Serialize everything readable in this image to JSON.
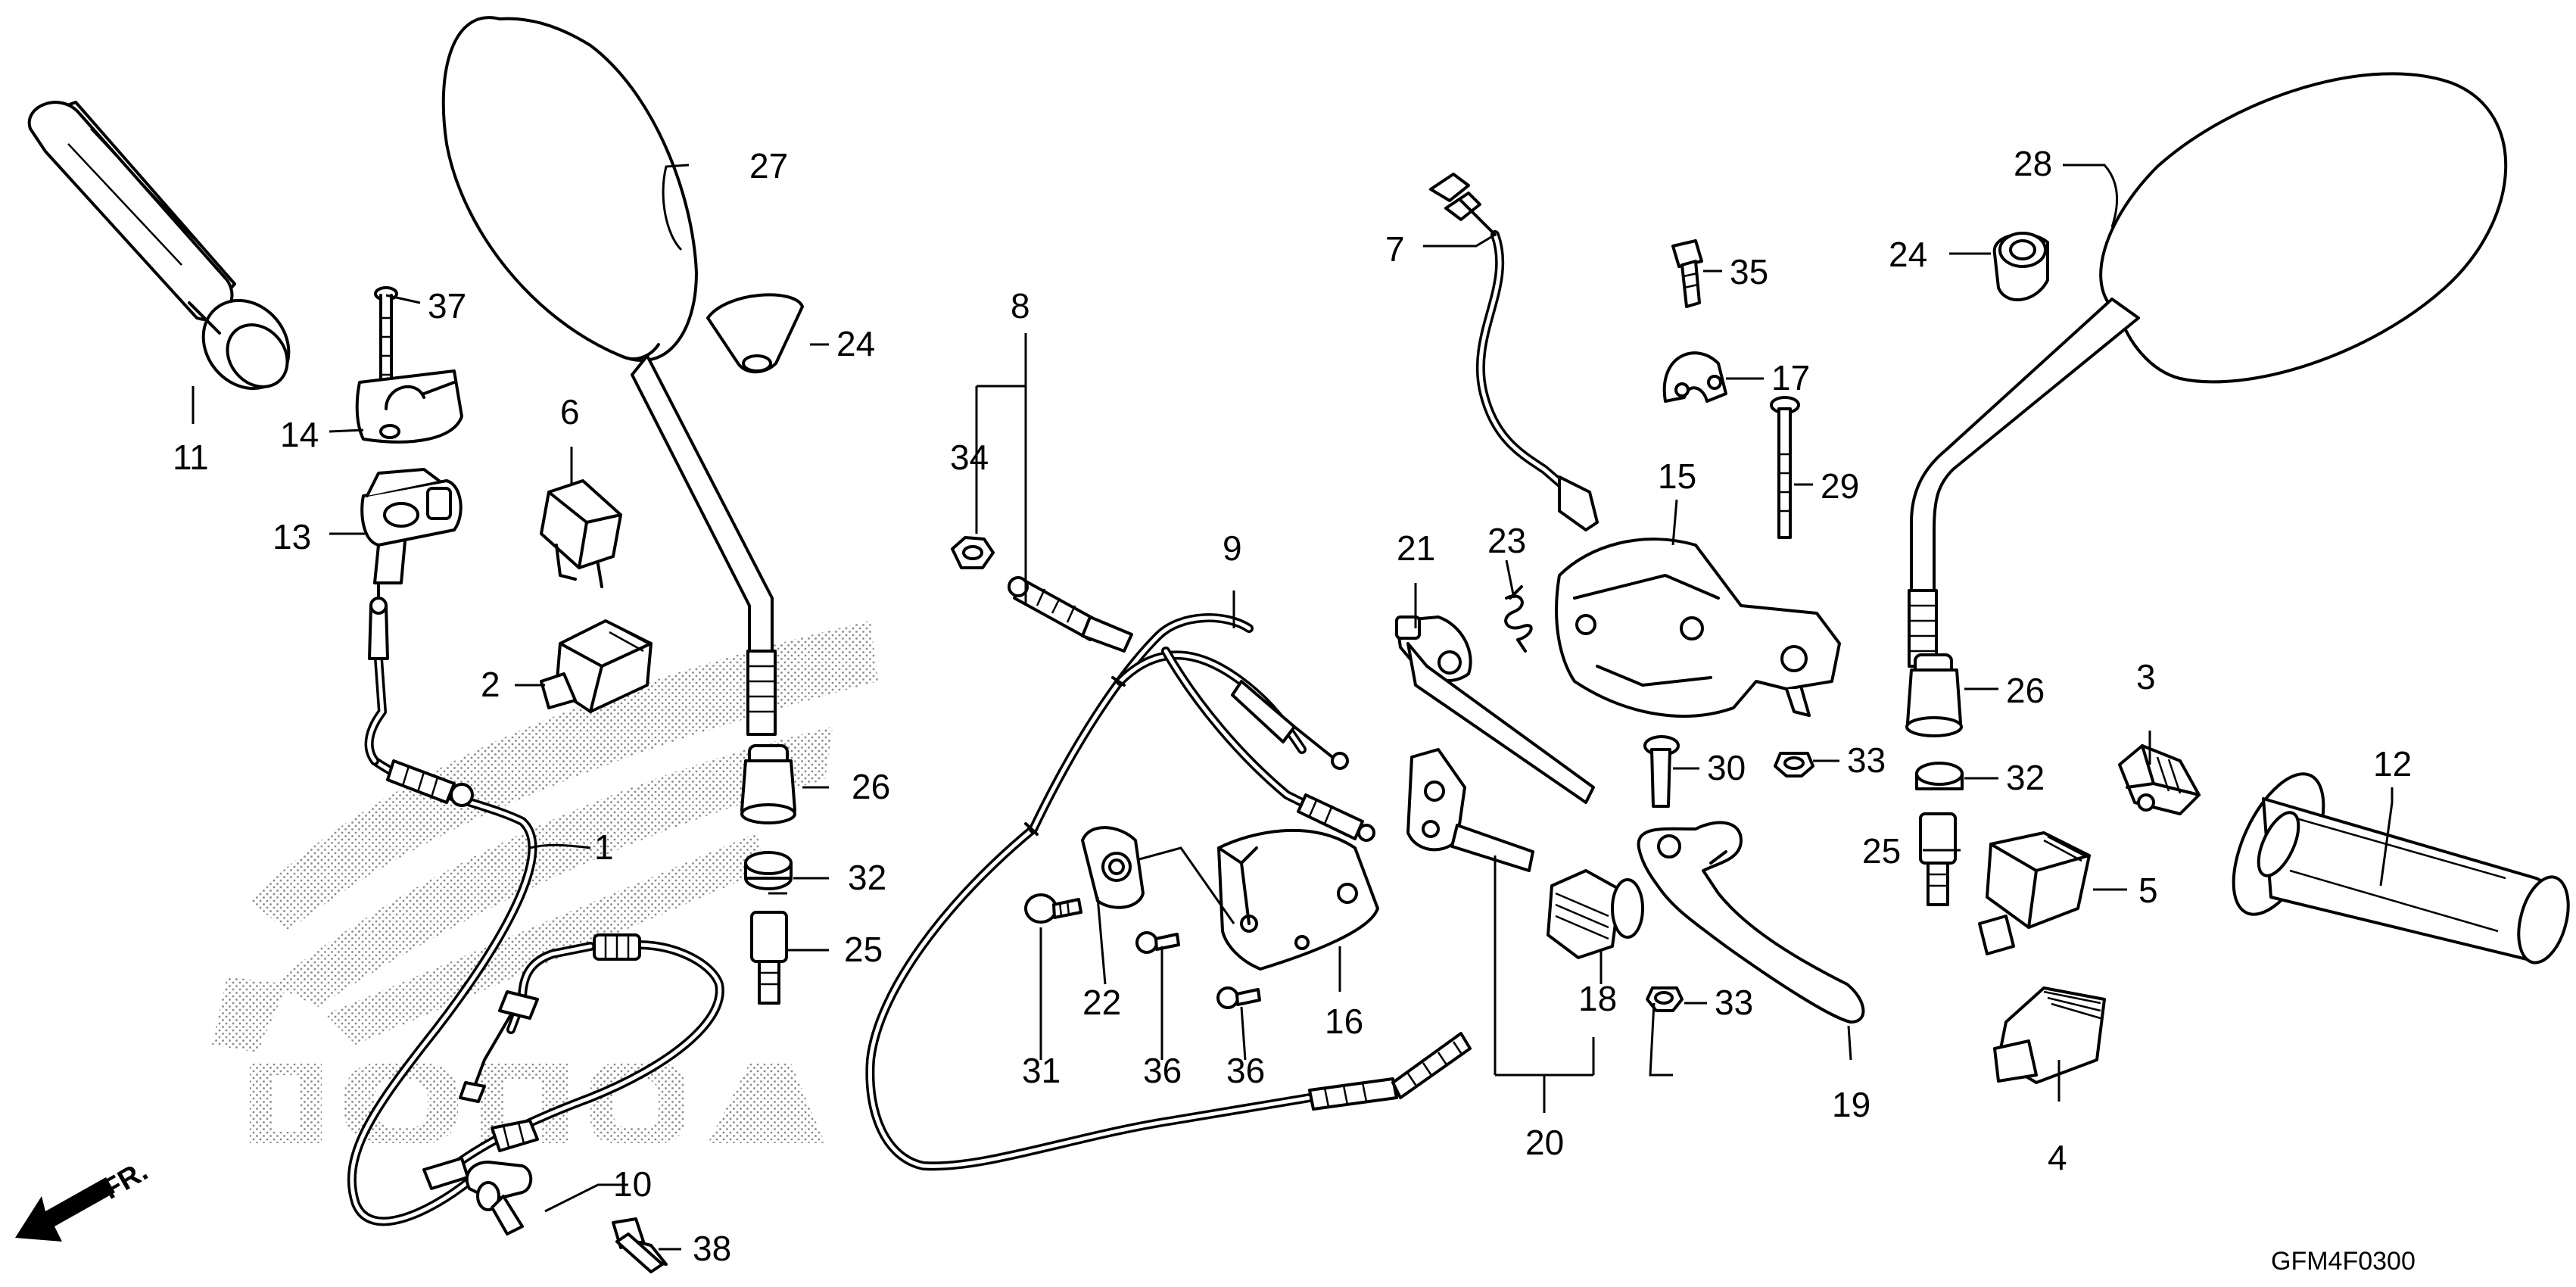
{
  "diagram_code": "GFM4F0300",
  "front_marker": "FR.",
  "watermark_text": "HONDA",
  "callouts": {
    "c1": "1",
    "c2": "2",
    "c3": "3",
    "c4": "4",
    "c5": "5",
    "c6": "6",
    "c7": "7",
    "c8": "8",
    "c9": "9",
    "c10": "10",
    "c11": "11",
    "c12": "12",
    "c13": "13",
    "c14": "14",
    "c15": "15",
    "c16": "16",
    "c17": "17",
    "c18": "18",
    "c19": "19",
    "c20": "20",
    "c21": "21",
    "c22": "22",
    "c23": "23",
    "c24": "24",
    "c25": "25",
    "c26": "26",
    "c27": "27",
    "c28": "28",
    "c29": "29",
    "c30": "30",
    "c31": "31",
    "c32": "32",
    "c33": "33",
    "c34": "34",
    "c35": "35",
    "c36": "36",
    "c37": "37",
    "c38": "38"
  }
}
